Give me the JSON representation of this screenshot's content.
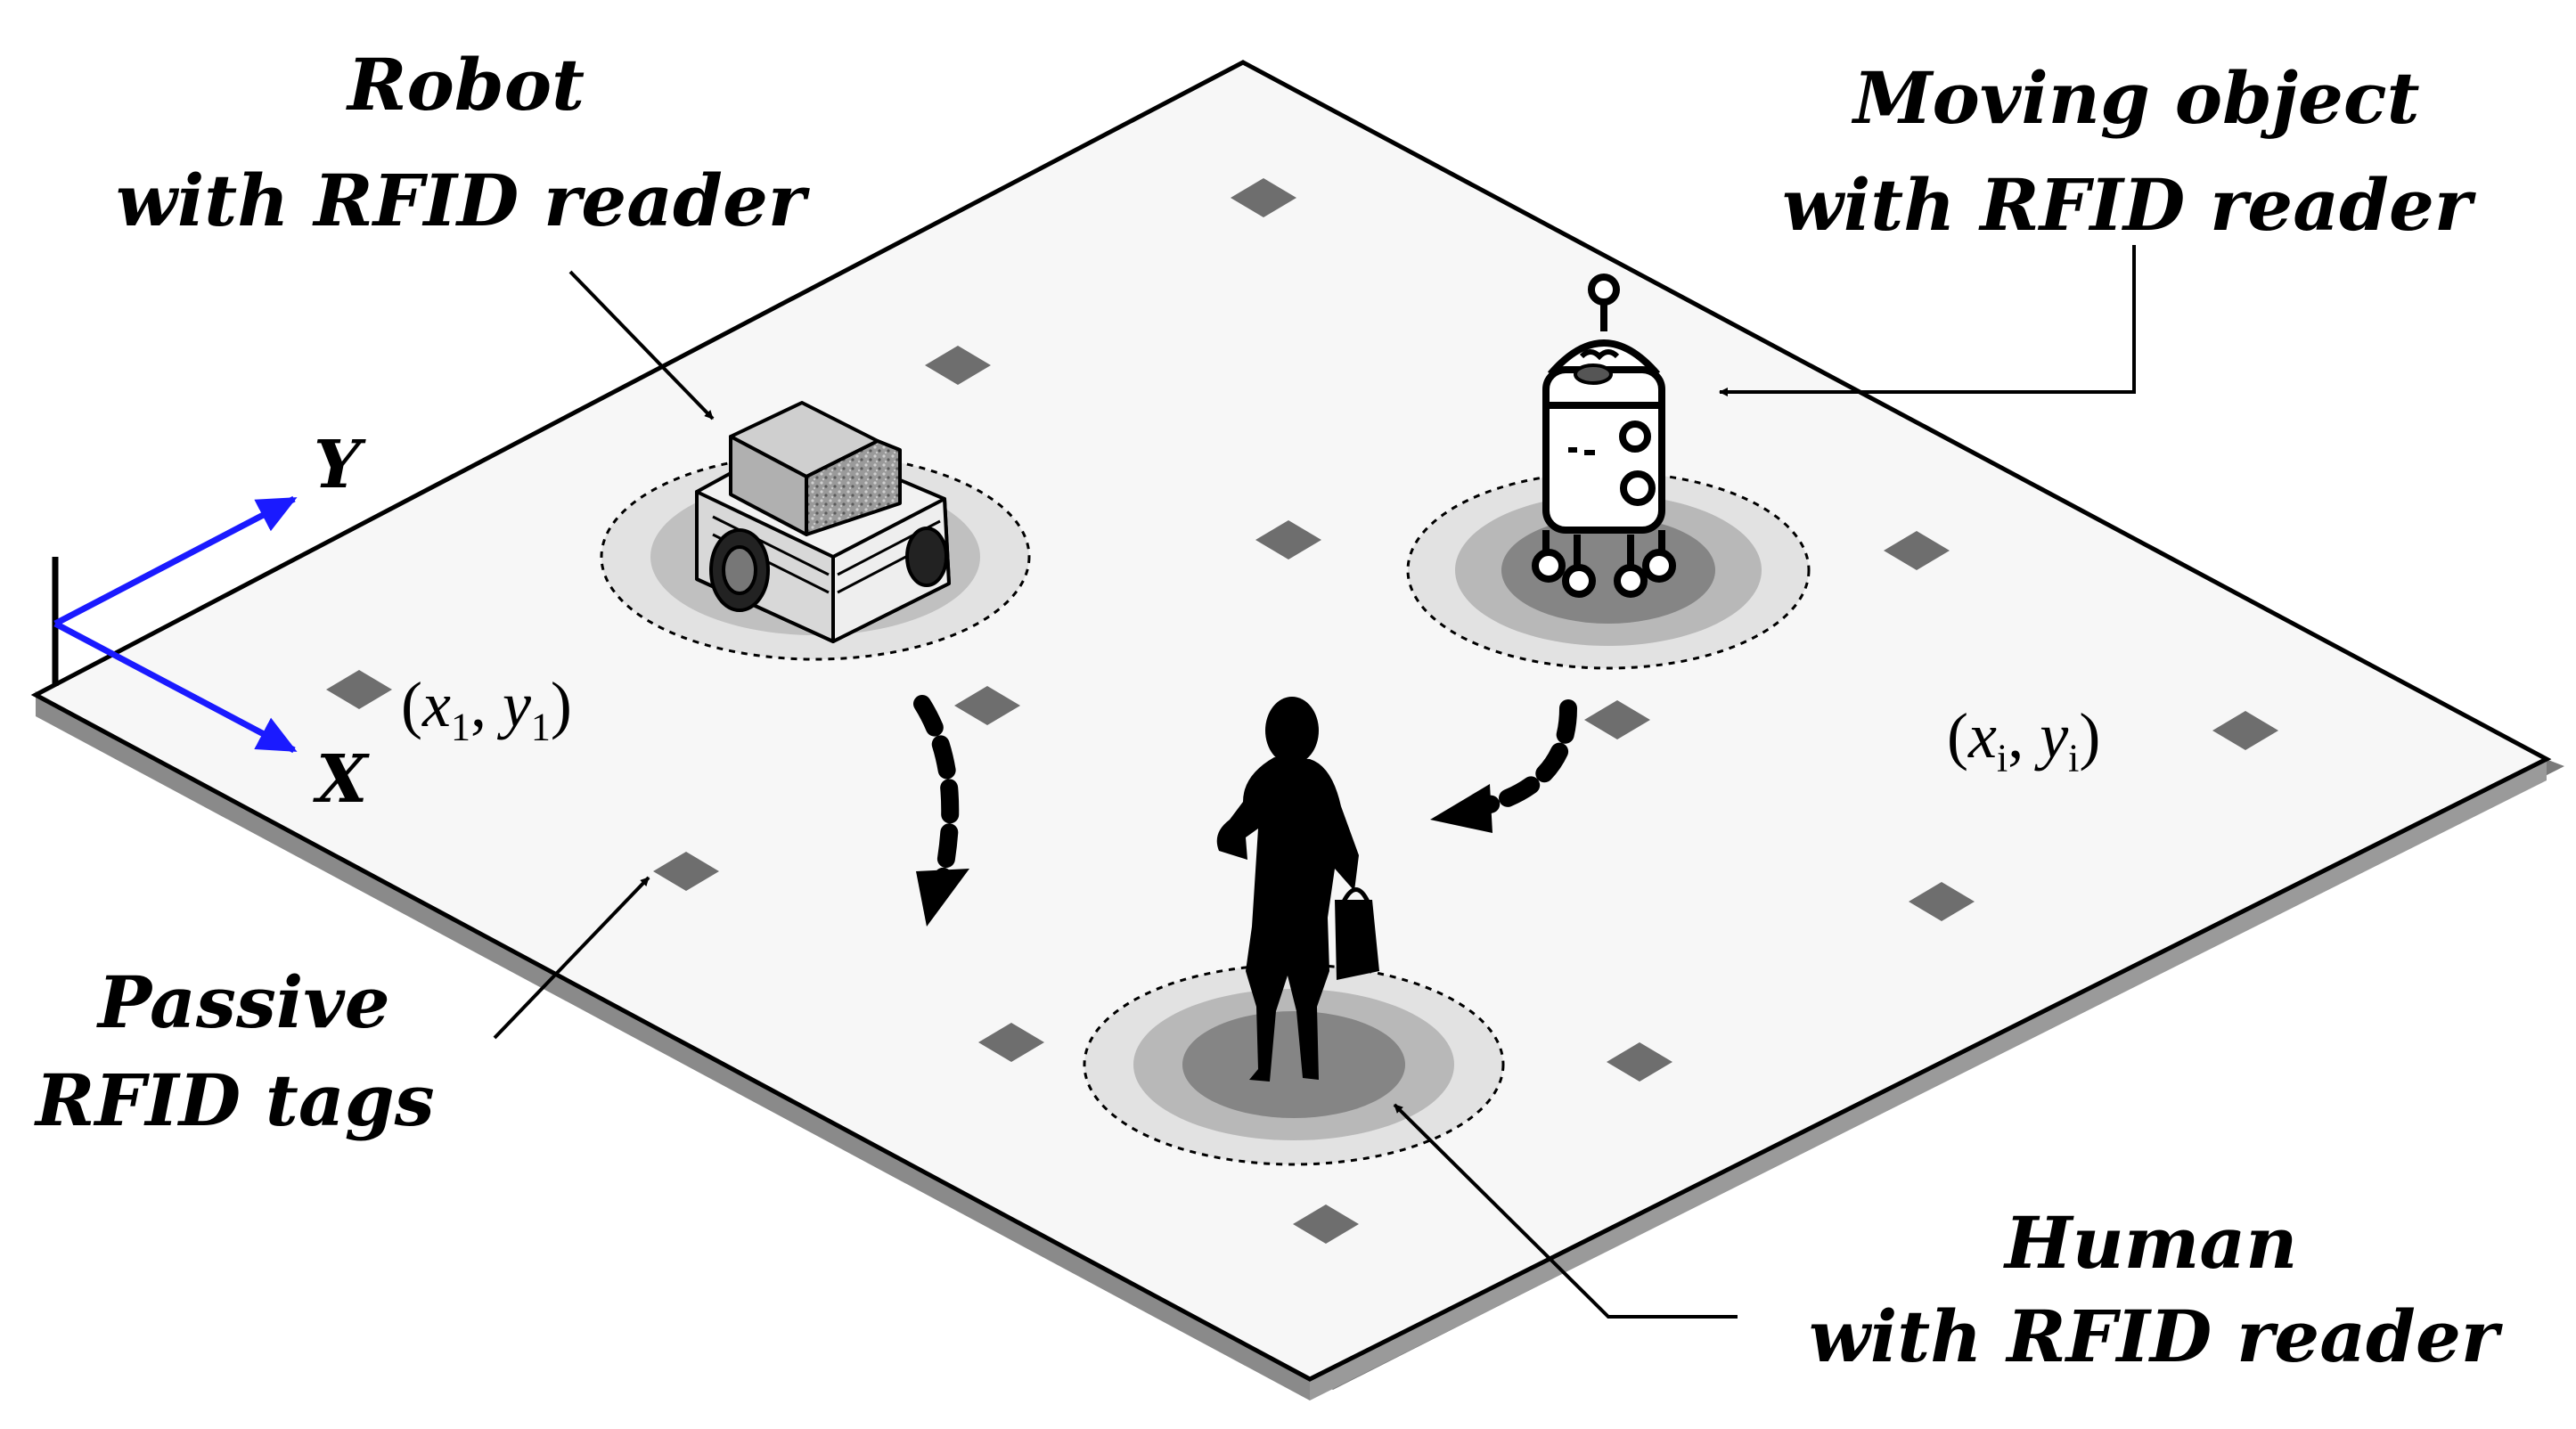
{
  "labels": {
    "robot_line1": "Robot",
    "robot_line2": "with RFID reader",
    "moving_line1": "Moving object",
    "moving_line2": "with RFID reader",
    "passive_line1": "Passive",
    "passive_line2": "RFID tags",
    "human_line1": "Human",
    "human_line2": "with RFID reader",
    "axis_x": "X",
    "axis_y": "Y"
  },
  "coordinates": {
    "first": {
      "open": "(",
      "x": "x",
      "x_sub": "1",
      "sep": ", ",
      "y": "y",
      "y_sub": "1",
      "close": ")"
    },
    "ith": {
      "open": "(",
      "x": "x",
      "x_sub": "i",
      "sep": ", ",
      "y": "y",
      "y_sub": "i",
      "close": ")"
    }
  },
  "colors": {
    "axis": "#1a1aff",
    "floor": "#f7f7f7",
    "floor_shadow": "#7a7a7a",
    "tag": "#6e6e6e",
    "zone_outer": "#e2e2e2",
    "zone_mid": "#b8b8b8",
    "zone_inner": "#858585",
    "ink": "#000000"
  }
}
